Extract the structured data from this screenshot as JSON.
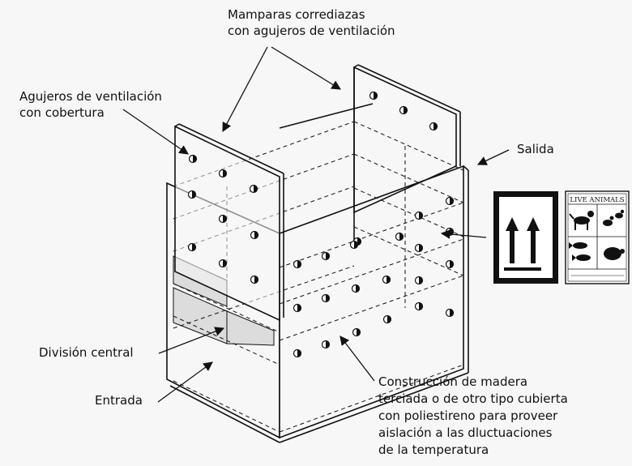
{
  "labels": {
    "sliding_panels": [
      "Mamparas corrediazas",
      "con agujeros de ventilación"
    ],
    "covered_holes": [
      "Agujeros de ventilación",
      "con cobertura"
    ],
    "exit": "Salida",
    "central_division": "División central",
    "entrance": "Entrada",
    "construction": [
      "Construcción de madera",
      "terciada o de otro tipo cubierta",
      "con poliestireno para proveer",
      "aislación a las dluctuaciones",
      "de la temperatura"
    ]
  },
  "label_sign": {
    "title": "LIVE ANIMALS",
    "icons": [
      "dog-icon",
      "bird-icon",
      "fish-icon",
      "turtle-icon"
    ]
  },
  "colors": {
    "line": "#111111",
    "panel_fill": "#f7f7f7",
    "shade": "#dcdcdc"
  }
}
